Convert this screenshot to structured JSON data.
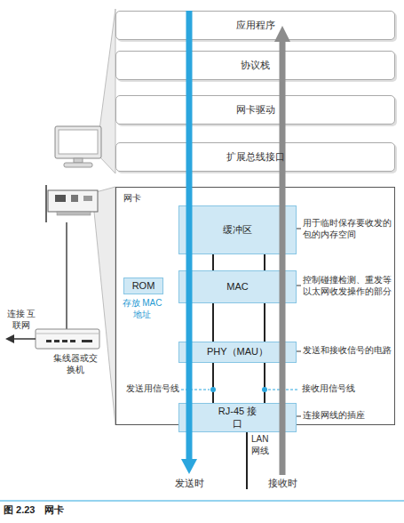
{
  "diagram": {
    "caption": "图 2.23　网卡",
    "nodes": [
      {
        "text": [
          "应用程序"
        ]
      },
      {
        "text": [
          "协议栈"
        ]
      },
      {
        "text": [
          "网卡驱动"
        ]
      },
      {
        "text": [
          "扩展总线接口"
        ]
      },
      {
        "text": [
          "网卡"
        ]
      },
      {
        "text": [
          "缓冲区"
        ],
        "in": 4
      },
      {
        "text": [
          "ROM"
        ],
        "in": 4
      },
      {
        "text": [
          "MAC"
        ],
        "in": 4
      },
      {
        "text": [
          "PHY（MAU）"
        ],
        "in": 4
      },
      {
        "text": [
          "RJ-45 接口"
        ],
        "in": 4
      }
    ],
    "edges": [
      {
        "from": 5,
        "to": 7,
        "arrow": "none"
      },
      {
        "from": 5,
        "to": 7,
        "arrow": "none"
      },
      {
        "from": 7,
        "to": 8,
        "arrow": "none"
      },
      {
        "from": 7,
        "to": 8,
        "arrow": "none"
      },
      {
        "from": 8,
        "to": 9,
        "arrow": "none"
      },
      {
        "from": 8,
        "to": 9,
        "arrow": "none"
      }
    ],
    "labels": [
      "连接 互联网",
      "集线器或交换机",
      "存放 MAC地址",
      "用于临时保存要收发的包的内存空间",
      "控制碰撞检测、重发等以太网收发操作的部分",
      "发送和接收信号的电路",
      "连接网线的插座",
      "发送用信号线",
      "接收用信号线",
      "LAN 网线",
      "发送时",
      "接收时"
    ]
  }
}
